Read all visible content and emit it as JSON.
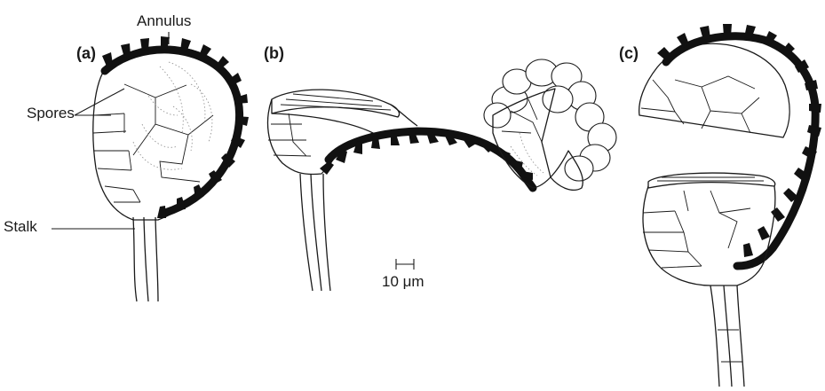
{
  "labels": {
    "annulus": "Annulus",
    "spores": "Spores",
    "stalk": "Stalk",
    "scale": "10 μm"
  },
  "panels": {
    "a": "(a)",
    "b": "(b)",
    "c": "(c)"
  }
}
